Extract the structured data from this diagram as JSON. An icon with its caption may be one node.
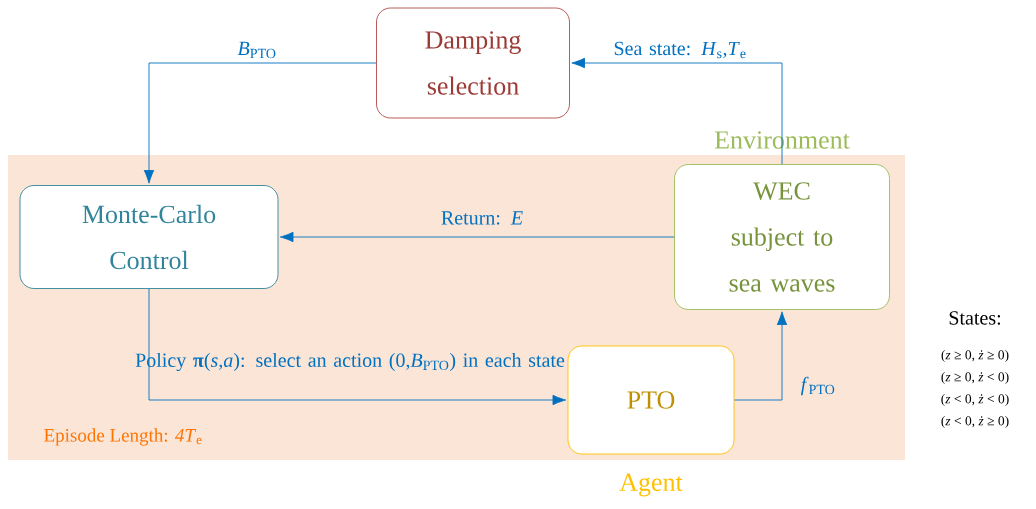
{
  "diagram": {
    "nodes": [
      {
        "text": [
          "Episode Length: *4T*$_{e}$"
        ]
      },
      {
        "text": [
          "Damping selection"
        ]
      },
      {
        "text": [
          "Monte-Carlo Control"
        ],
        "in": 0
      },
      {
        "text": [
          "Environment",
          "WEC subject to sea waves"
        ],
        "in": 0
      },
      {
        "text": [
          "PTO",
          "Agent"
        ],
        "in": 0
      }
    ],
    "edges": [
      {
        "from": 1,
        "to": 2,
        "arrow": "to",
        "label": "*B*$_{PTO}$"
      },
      {
        "from": 3,
        "to": 1,
        "arrow": "to",
        "label": "Sea state: *H*$_{s}$,*T*$_{e}$"
      },
      {
        "from": 3,
        "to": 2,
        "arrow": "to",
        "label": "Return: *E*"
      },
      {
        "from": 2,
        "to": 4,
        "arrow": "to",
        "label": "Policy **π**(*s*,*a*):  select an action (0,*B*$_{PTO}$) in each state"
      },
      {
        "from": 4,
        "to": 3,
        "arrow": "to",
        "label": "*f*$_{PTO}$"
      }
    ],
    "labels": [
      "States:",
      "(*z* ≥ 0, *ż* ≥ 0)",
      "(*z* ≥ 0, *ż* < 0)",
      "(*z* < 0, *ż* < 0)",
      "(*z* < 0, *ż* ≥ 0)"
    ]
  }
}
